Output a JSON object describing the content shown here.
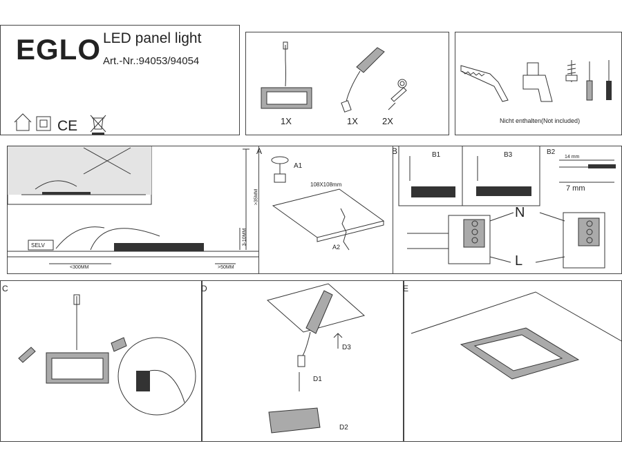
{
  "header": {
    "brand": "EGLO",
    "product": "LED panel light",
    "article": "Art.-Nr.:94053/94054"
  },
  "contents": {
    "qty_panel": "1X",
    "qty_driver": "1X",
    "qty_springs": "2X"
  },
  "tools": {
    "note": "Nicht enthalten(Not included)"
  },
  "overview": {
    "selv": "SELV",
    "dim_depth": ">35MM",
    "dim_ceiling": "3-10MM",
    "dim_cable": "<300MM",
    "dim_edge": ">50MM"
  },
  "panel_a": {
    "letter": "A",
    "a1": "A1",
    "a2": "A2",
    "cutout": "108X108mm"
  },
  "panel_b": {
    "letter": "B",
    "b1": "B1",
    "b2": "B2",
    "b3": "B3",
    "strip_14": "14 mm",
    "strip_7": "7 mm",
    "neutral": "N",
    "live": "L"
  },
  "panel_c": {
    "letter": "C"
  },
  "panel_d": {
    "letter": "D",
    "d1": "D1",
    "d2": "D2",
    "d3": "D3"
  },
  "panel_e": {
    "letter": "E"
  },
  "icons": [
    "house-icon",
    "class-ii-icon",
    "ce-mark-icon",
    "weee-bin-icon"
  ]
}
